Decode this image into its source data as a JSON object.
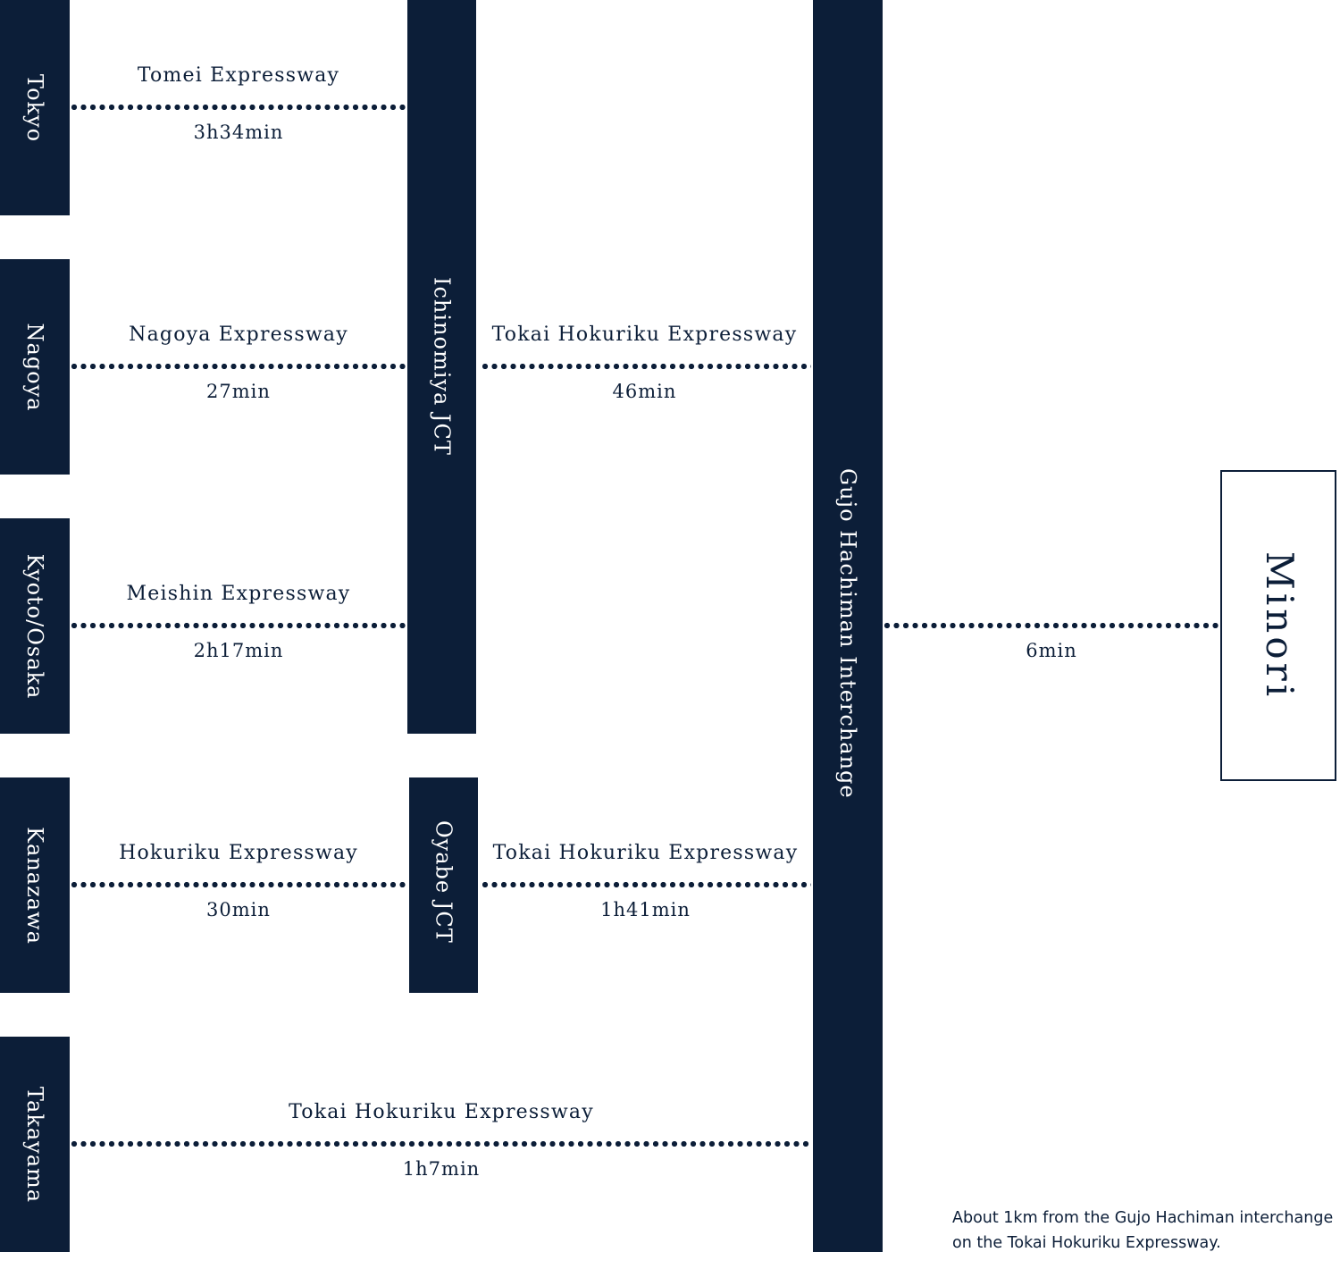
{
  "colors": {
    "bar": "#0c1e38",
    "text": "#0c1e38",
    "background": "#ffffff"
  },
  "origins": [
    "Tokyo",
    "Nagoya",
    "Kyoto/Osaka",
    "Kanazawa",
    "Takayama"
  ],
  "junctions": {
    "ichinomiya": "Ichinomiya JCT",
    "oyabe": "Oyabe JCT",
    "gujo": "Gujo Hachiman Interchange"
  },
  "destination": "Minori",
  "routes": {
    "tokyo": {
      "road": "Tomei Expressway",
      "time": "3h34min"
    },
    "nagoya": {
      "road": "Nagoya Expressway",
      "time": "27min"
    },
    "kyoto": {
      "road": "Meishin Expressway",
      "time": "2h17min"
    },
    "kanazawa": {
      "road": "Hokuriku Expressway",
      "time": "30min"
    },
    "ichinomiya_to_gujo": {
      "road": "Tokai Hokuriku Expressway",
      "time": "46min"
    },
    "oyabe_to_gujo": {
      "road": "Tokai Hokuriku Expressway",
      "time": "1h41min"
    },
    "takayama_to_gujo": {
      "road": "Tokai Hokuriku Expressway",
      "time": "1h7min"
    },
    "gujo_to_minori": {
      "time": "6min"
    }
  },
  "note": "About 1km from the Gujo Hachiman interchange on the Tokai Hokuriku Expressway."
}
